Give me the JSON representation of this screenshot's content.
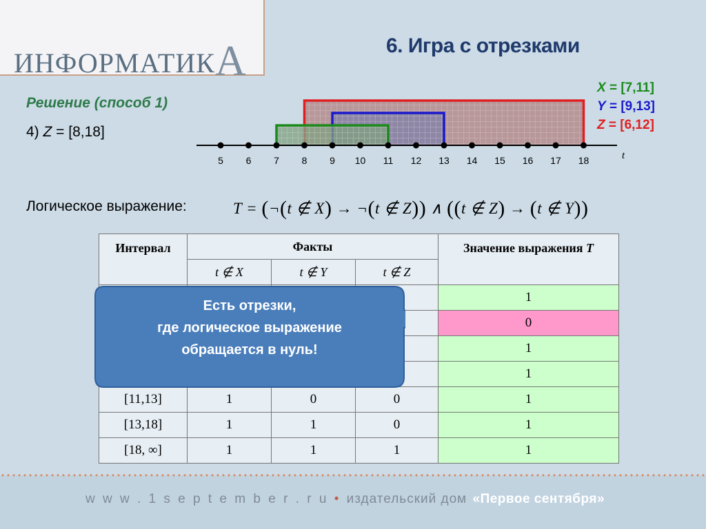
{
  "logo": {
    "main": "ИНФОРМАТИК",
    "last": "А"
  },
  "title": "6. Игра с отрезками",
  "solution": "Решение (способ 1)",
  "z_line": {
    "prefix": "4) ",
    "var": "Z",
    "rest": " = [8,18]"
  },
  "legend": [
    {
      "var": "X",
      "text": " = [7,11]",
      "color": "#1a8a1a"
    },
    {
      "var": "Y",
      "text": " = [9,13]",
      "color": "#1a1acc"
    },
    {
      "var": "Z",
      "text": " = [6,12]",
      "color": "#e02020"
    }
  ],
  "axis": {
    "ticks": [
      "5",
      "6",
      "7",
      "8",
      "9",
      "10",
      "11",
      "12",
      "13",
      "14",
      "15",
      "16",
      "17",
      "18"
    ],
    "var": "t",
    "segments": [
      {
        "name": "Z",
        "from": 8,
        "to": 18,
        "color": "#e02020",
        "fill": "#b08080",
        "level": 3
      },
      {
        "name": "Y",
        "from": 9,
        "to": 13,
        "color": "#1a1acc",
        "fill": "#8080a8",
        "level": 2
      },
      {
        "name": "X",
        "from": 7,
        "to": 11,
        "color": "#1a8a1a",
        "fill": "#80a080",
        "level": 1
      }
    ],
    "colors": {
      "line": "#000000"
    }
  },
  "logic_label": "Логическое выражение:",
  "formula": {
    "lhs": "T",
    "eq": " = ",
    "lp": "(",
    "not1": "¬",
    "p1": "(",
    "t1": "t ∉ X",
    "p1c": ")",
    "arrow1": " → ",
    "not2": "¬",
    "p2": "(",
    "t2": "t ∉ Z",
    "p2c": ")",
    "rp": ")",
    "and": " ∧ ",
    "lp2": "(",
    "p3": "(",
    "t3": "t ∉ Z",
    "p3c": ")",
    "arrow2": " → ",
    "p4": "(",
    "t4": "t ∉ Y",
    "p4c": ")",
    "rp2": ")"
  },
  "table": {
    "h_interval": "Интервал",
    "h_facts": "Факты",
    "h_value": "Значение выражения",
    "h_value_var": "T",
    "sub": [
      "t ∉ X",
      "t ∉ Y",
      "t ∉ Z"
    ],
    "rows": [
      {
        "interval": "",
        "x": "",
        "y": "",
        "z": "",
        "v": "1"
      },
      {
        "interval": "",
        "x": "",
        "y": "",
        "z": "",
        "v": "0"
      },
      {
        "interval": "",
        "x": "",
        "y": "",
        "z": "",
        "v": "1"
      },
      {
        "interval": "",
        "x": "",
        "y": "",
        "z": "",
        "v": "1"
      },
      {
        "interval": "[11,13]",
        "x": "1",
        "y": "0",
        "z": "0",
        "v": "1"
      },
      {
        "interval": "[13,18]",
        "x": "1",
        "y": "1",
        "z": "0",
        "v": "1"
      },
      {
        "interval": "[18, ∞]",
        "x": "1",
        "y": "1",
        "z": "1",
        "v": "1"
      }
    ]
  },
  "callout": {
    "line1": "Есть отрезки,",
    "line2": "где логическое выражение",
    "line3": "обращается в нуль!",
    "fill": "#4a7ebb"
  },
  "footer": {
    "site": "w w w . 1 s e p t e m b e r . r u",
    "bullet": "•",
    "house": "издательский дом",
    "brand": "«Первое сентября»"
  }
}
